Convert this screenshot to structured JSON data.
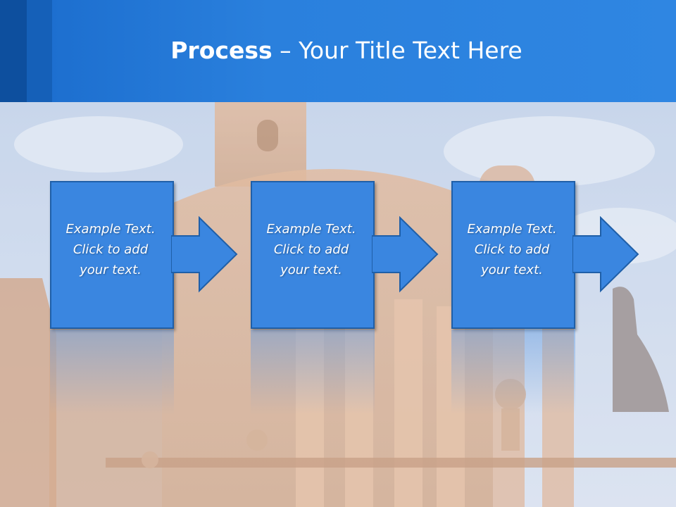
{
  "slide": {
    "title_bold": "Process",
    "title_rest": " – Your Title Text Here"
  },
  "steps": [
    {
      "line1": "Example Text.",
      "line2": "Click  to add",
      "line3": "your text."
    },
    {
      "line1": "Example Text.",
      "line2": "Click  to add",
      "line3": "your text."
    },
    {
      "line1": "Example Text.",
      "line2": "Click  to add",
      "line3": "your text."
    }
  ],
  "colors": {
    "header": "#2a80dd",
    "step_fill": "#3a86e0",
    "step_border": "#1f5fa8"
  }
}
